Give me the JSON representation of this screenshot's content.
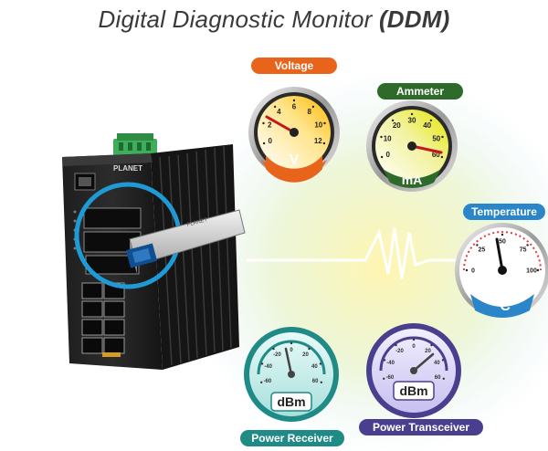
{
  "title": {
    "main": "Digital Diagnostic Monitor ",
    "abbr": "(DDM)"
  },
  "colors": {
    "voltage": "#e8641b",
    "ammeter": "#2e6b2a",
    "temperature": "#2a86c9",
    "receiver": "#1f8a86",
    "transceiver": "#4a3f8f"
  },
  "gauges": {
    "voltage": {
      "label": "Voltage",
      "unit": "V",
      "ticks": [
        "0",
        "2",
        "4",
        "6",
        "8",
        "10",
        "12"
      ]
    },
    "ammeter": {
      "label": "Ammeter",
      "unit": "mA",
      "ticks": [
        "0",
        "10",
        "20",
        "30",
        "40",
        "50",
        "60"
      ]
    },
    "temperature": {
      "label": "Temperature",
      "unit": "°C",
      "ticks": [
        "0",
        "25",
        "50",
        "75",
        "100"
      ]
    },
    "receiver": {
      "label": "Power Receiver",
      "unit": "dBm",
      "ticks": [
        "-60",
        "-40",
        "-20",
        "0",
        "20",
        "40",
        "60"
      ]
    },
    "transceiver": {
      "label": "Power Transceiver",
      "unit": "dBm",
      "ticks": [
        "-60",
        "-40",
        "-20",
        "0",
        "20",
        "40",
        "60"
      ]
    }
  },
  "device": {
    "brand": "PLANET"
  }
}
